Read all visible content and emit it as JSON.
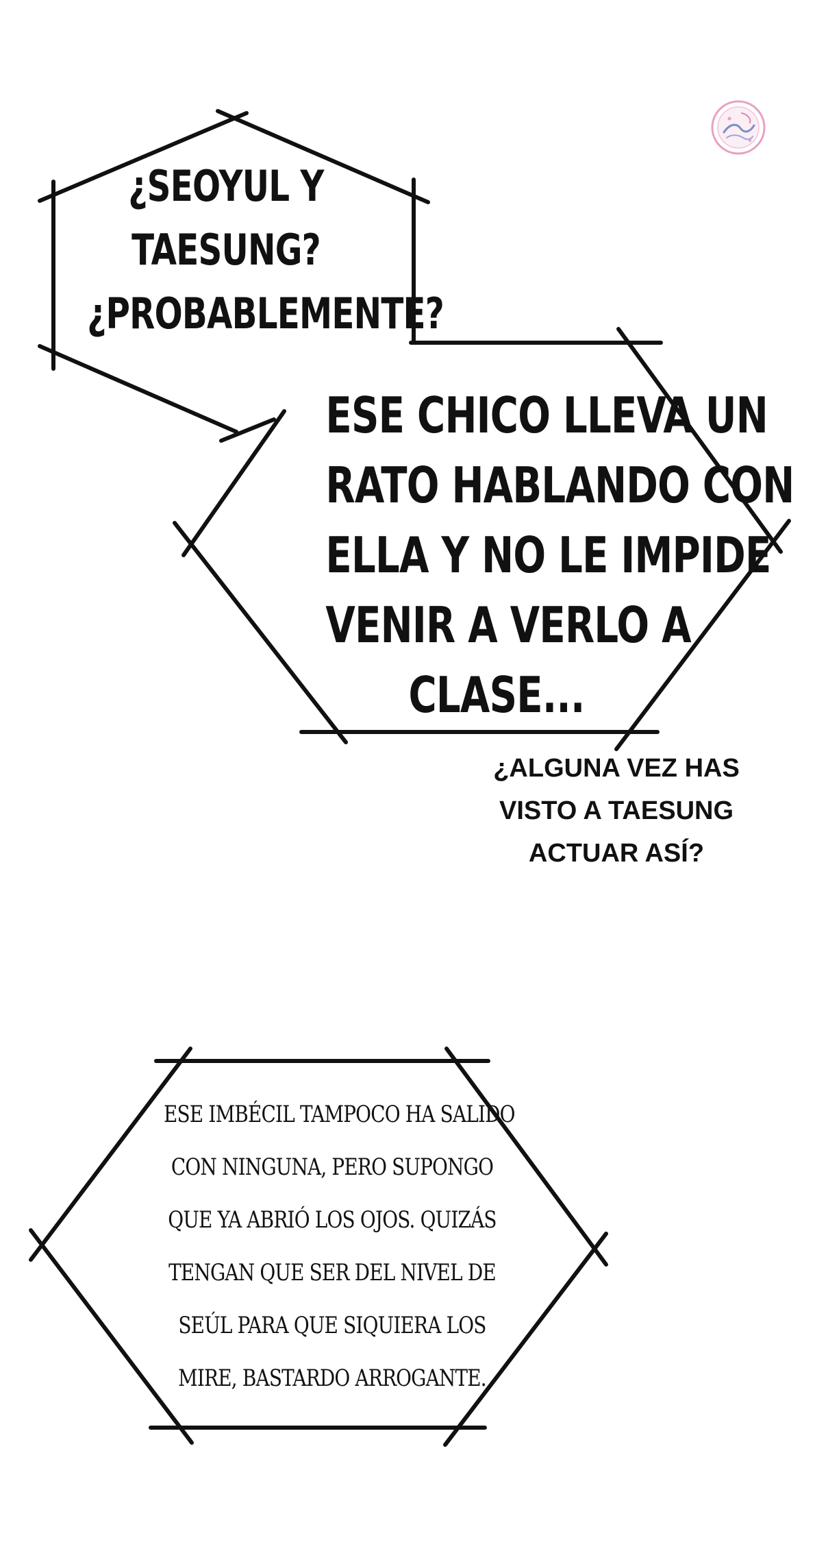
{
  "bubbles": [
    {
      "lines": [
        "¿SEOYUL Y",
        "TAESUNG?",
        "¿PROBABLEMENTE?"
      ]
    },
    {
      "lines": [
        "ESE CHICO LLEVA UN",
        "RATO HABLANDO CON",
        "ELLA Y NO LE IMPIDE",
        "VENIR A VERLO A",
        "CLASE..."
      ]
    },
    {
      "lines": [
        "Ese imbécil tampoco ha salido",
        "con ninguna, pero supongo",
        "que ya abrió los ojos. Quizás",
        "tengan que ser del nivel de",
        "Seúl para que siquiera los",
        "mire, bastardo arrogante."
      ]
    }
  ],
  "caption": {
    "lines": [
      "¿ALGUNA VEZ HAS",
      "VISTO A TAESUNG",
      "ACTUAR ASÍ?"
    ]
  },
  "watermark": {
    "icon": "watermark-seal-icon",
    "colors": {
      "ring": "#e8a0c0",
      "inner": "#7a8fc8"
    }
  }
}
